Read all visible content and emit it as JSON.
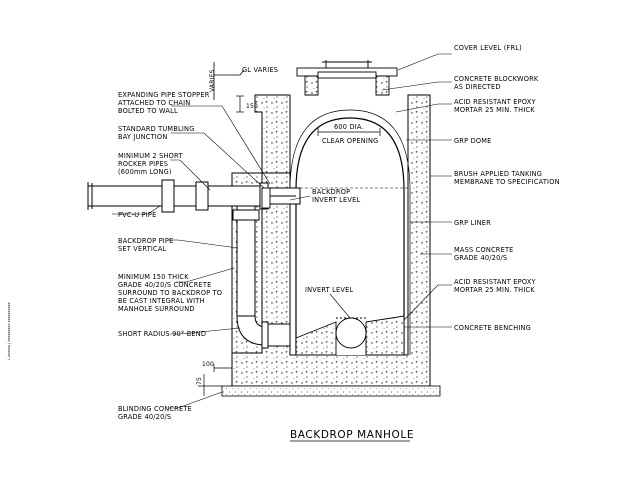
{
  "title": "BACKDROP MANHOLE",
  "side_note": "L-xxxxxx | xxxxxxxxx xxxxxxxxxx",
  "labels_left": {
    "varies": "VARIES",
    "gl_varies": "GL VARIES",
    "stopper_1": "EXPANDING PIPE STOPPER",
    "stopper_2": "ATTACHED TO CHAIN",
    "stopper_3": "BOLTED TO WALL",
    "dim_150": "150",
    "tumbling_1": "STANDARD TUMBLING",
    "tumbling_2": "BAY JUNCTION",
    "rocker_1": "MINIMUM 2 SHORT",
    "rocker_2": "ROCKER PIPES",
    "rocker_3": "(600mm LONG)",
    "pvc": "PVC-U PIPE",
    "backdrop_pipe_1": "BACKDROP PIPE",
    "backdrop_pipe_2": "SET VERTICAL",
    "surround_1": "MINIMUM 150 THICK",
    "surround_2": "GRADE 40/20/S CONCRETE",
    "surround_3": "SURROUND TO BACKDROP TO",
    "surround_4": "BE CAST INTEGRAL WITH",
    "surround_5": "MANHOLE SURROUND",
    "bend": "SHORT RADIUS 90° BEND",
    "dim_100": "100",
    "dim_75": "75",
    "blinding_1": "BLINDING CONCRETE",
    "blinding_2": "GRADE 40/20/S"
  },
  "labels_center": {
    "dia": "600 DIA.",
    "clear": "CLEAR OPENING",
    "backdrop_inv_1": "BACKDROP",
    "backdrop_inv_2": "INVERT LEVEL",
    "invert": "INVERT LEVEL"
  },
  "labels_right": {
    "cover": "COVER LEVEL (FRL)",
    "blockwork_1": "CONCRETE BLOCKWORK",
    "blockwork_2": "AS DIRECTED",
    "mortar_top_1": "ACID RESISTANT EPOXY",
    "mortar_top_2": "MORTAR 25 MIN. THICK",
    "grp_dome": "GRP DOME",
    "tanking_1": "BRUSH APPLIED TANKING",
    "tanking_2": "MEMBRANE TO SPECIFICATION",
    "grp_liner": "GRP LINER",
    "mass_1": "MASS CONCRETE",
    "mass_2": "GRADE 40/20/S",
    "mortar_bot_1": "ACID RESISTANT EPOXY",
    "mortar_bot_2": "MORTAR 25 MIN. THICK",
    "benching": "CONCRETE BENCHING"
  }
}
